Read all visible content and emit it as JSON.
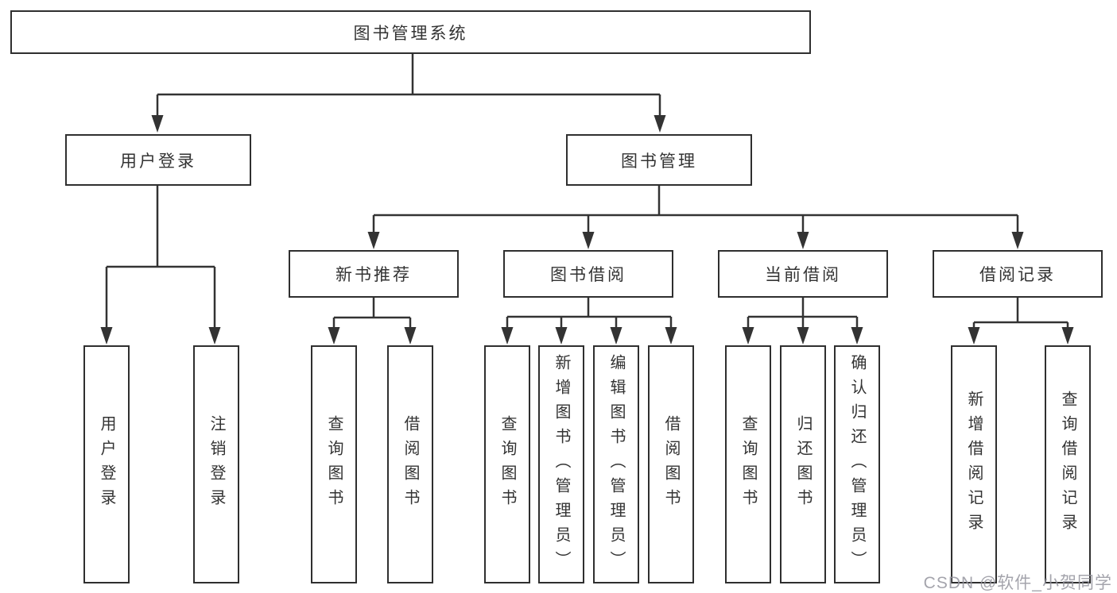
{
  "tree": {
    "label": "图书管理系统",
    "children": [
      {
        "label": "用户登录",
        "children": [
          {
            "label": "用户登录"
          },
          {
            "label": "注销登录"
          }
        ]
      },
      {
        "label": "图书管理",
        "children": [
          {
            "label": "新书推荐",
            "children": [
              {
                "label": "查询图书"
              },
              {
                "label": "借阅图书"
              }
            ]
          },
          {
            "label": "图书借阅",
            "children": [
              {
                "label": "查询图书"
              },
              {
                "label": "新增图书（管理员）"
              },
              {
                "label": "编辑图书（管理员）"
              },
              {
                "label": "借阅图书"
              }
            ]
          },
          {
            "label": "当前借阅",
            "children": [
              {
                "label": "查询图书"
              },
              {
                "label": "归还图书"
              },
              {
                "label": "确认归还（管理员）"
              }
            ]
          },
          {
            "label": "借阅记录",
            "children": [
              {
                "label": "新增借阅记录"
              },
              {
                "label": "查询借阅记录"
              }
            ]
          }
        ]
      }
    ]
  },
  "watermark": {
    "text": "CSDN @软件_小贺同学"
  },
  "colors": {
    "line": "#333333",
    "border": "#2f2f2f",
    "box_background": "#ffffff",
    "text": "#333333",
    "watermark": "#94949d",
    "page_background": "#ffffff"
  }
}
